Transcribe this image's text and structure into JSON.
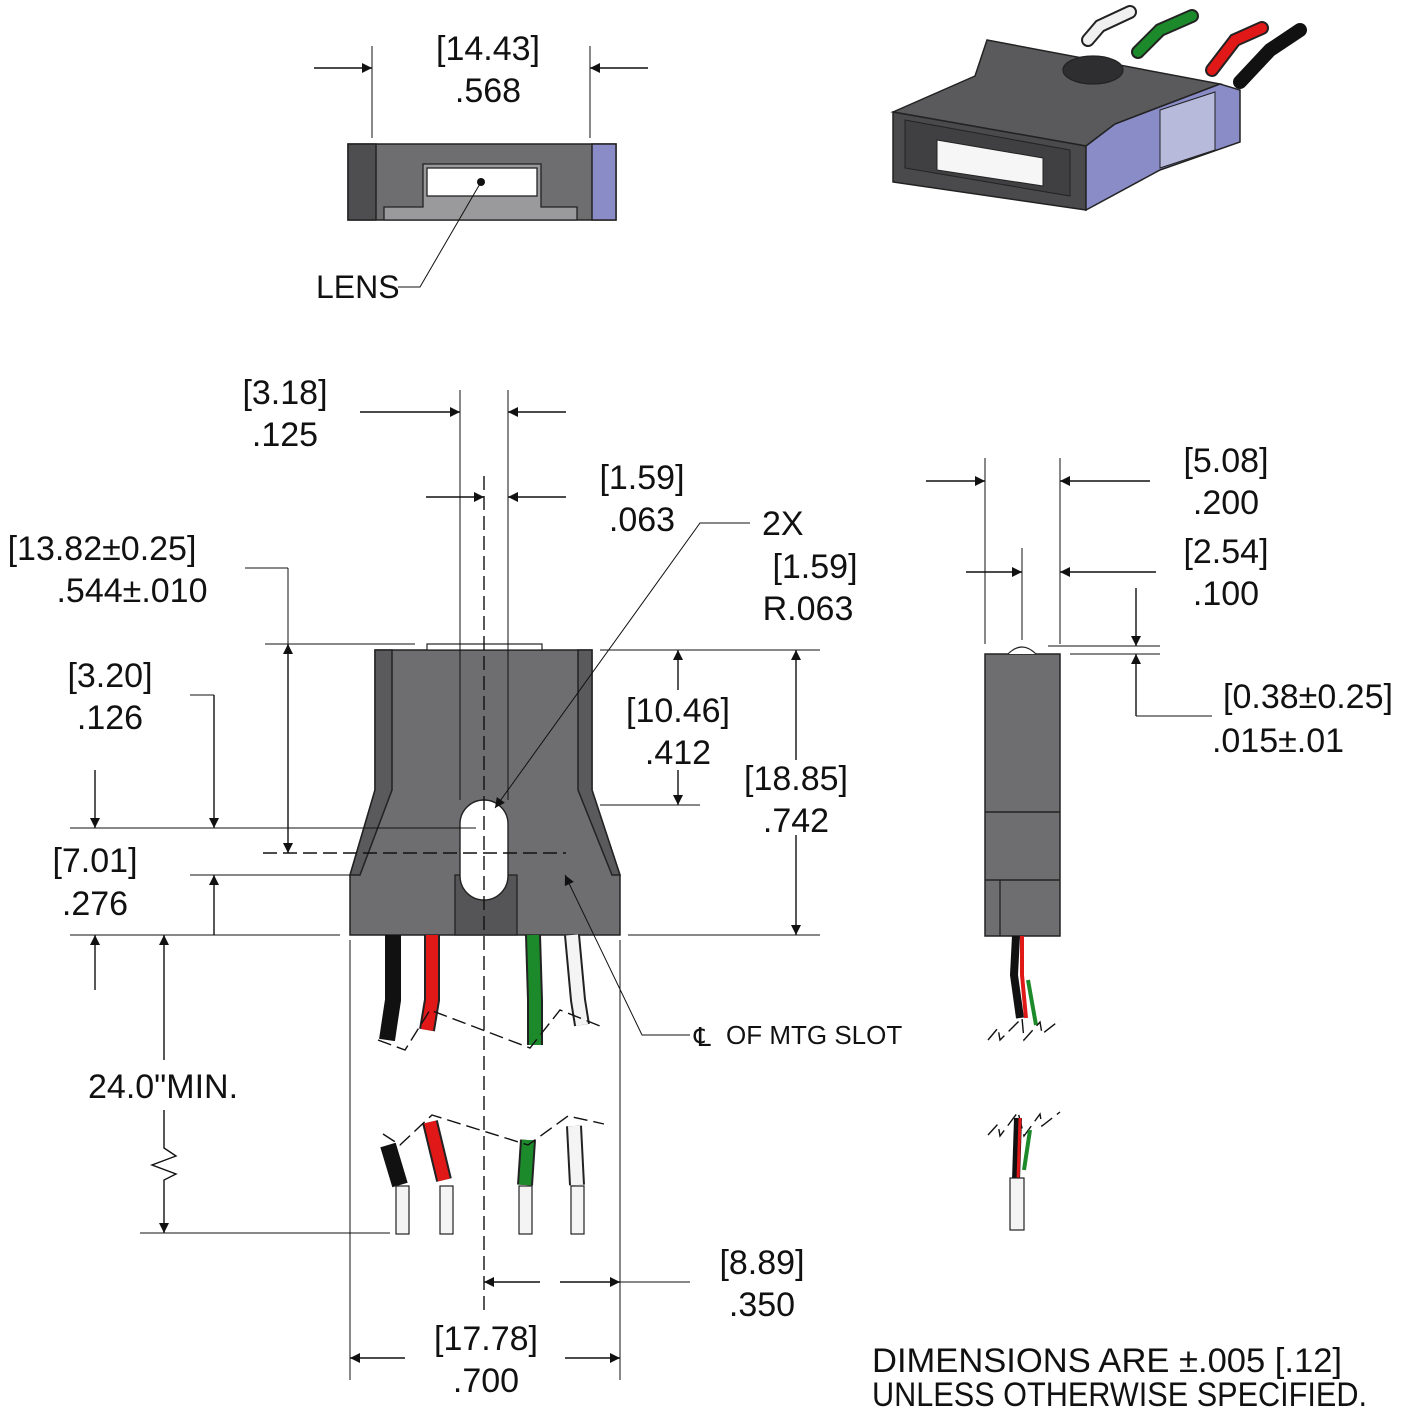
{
  "front_view": {
    "width_mm": "[14.43]",
    "width_in": ".568",
    "lens_label": "LENS"
  },
  "main_view": {
    "slot_width_mm": "[3.18]",
    "slot_width_in": ".125",
    "slot_half_mm": "[1.59]",
    "slot_half_in": ".063",
    "radius_qty": "2X",
    "radius_mm": "[1.59]",
    "radius_in": "R.063",
    "overall_height_mm": "[13.82±0.25]",
    "overall_height_in": ".544±.010",
    "slot_offset_mm": "[3.20]",
    "slot_offset_in": ".126",
    "top_to_slot_mm": "[10.46]",
    "top_to_slot_in": ".412",
    "body_length_mm": "[18.85]",
    "body_length_in": ".742",
    "base_height_mm": "[7.01]",
    "base_height_in": ".276",
    "wire_length": "24.0\"MIN.",
    "slot_center_label": "OF MTG SLOT",
    "half_width_mm": "[8.89]",
    "half_width_in": ".350",
    "width_mm": "[17.78]",
    "width_in": ".700"
  },
  "side_view": {
    "thickness_mm": "[5.08]",
    "thickness_in": ".200",
    "lens_center_mm": "[2.54]",
    "lens_center_in": ".100",
    "protrusion_mm": "[0.38±0.25]",
    "protrusion_in": ".015±.01"
  },
  "notes": {
    "line1": "DIMENSIONS ARE ±.005 [.12]",
    "line2": "UNLESS OTHERWISE SPECIFIED."
  },
  "colors": {
    "body": "#6e6e70",
    "side_face": "#8a8cc8",
    "wire_black": "#111111",
    "wire_red": "#e01818",
    "wire_green": "#1c8a2a",
    "wire_white": "#f4f4f4"
  }
}
